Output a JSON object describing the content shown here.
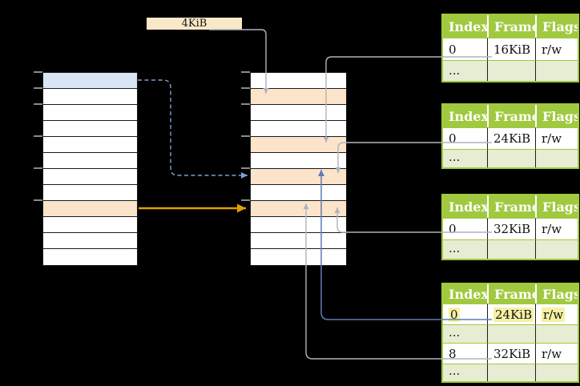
{
  "colors": {
    "background": "#000000",
    "table_header_green": "#A0C93F",
    "table_row_light_green": "#E7EDD3",
    "row_orange": "#FCE4CB",
    "row_blue": "#D9E4F5",
    "label_cream": "#FAE9C8",
    "highlight_yellow": "#F6F1A3",
    "arrow_gray": "#AFB4BD",
    "arrow_blue_solid": "#5D7DB6",
    "arrow_blue_dashed": "#7C9FD0",
    "arrow_orange": "#DFA000"
  },
  "size_label": {
    "text": "4KiB"
  },
  "left_table": {
    "row_count": 12,
    "blue_row_index": 1,
    "orange_row_index": 9
  },
  "middle_table": {
    "row_count": 12,
    "orange_row_indices": [
      2,
      5,
      7,
      9
    ]
  },
  "frame_tables": [
    {
      "headers": [
        "Index",
        "Frame",
        "Flags"
      ],
      "rows": [
        {
          "index": "0",
          "frame": "16KiB",
          "flags": "r/w"
        },
        {
          "index": "...",
          "frame": "",
          "flags": ""
        }
      ]
    },
    {
      "headers": [
        "Index",
        "Frame",
        "Flags"
      ],
      "rows": [
        {
          "index": "0",
          "frame": "24KiB",
          "flags": "r/w"
        },
        {
          "index": "...",
          "frame": "",
          "flags": ""
        }
      ]
    },
    {
      "headers": [
        "Index",
        "Frame",
        "Flags"
      ],
      "rows": [
        {
          "index": "0",
          "frame": "32KiB",
          "flags": "r/w"
        },
        {
          "index": "...",
          "frame": "",
          "flags": ""
        }
      ]
    },
    {
      "headers": [
        "Index",
        "Frame",
        "Flags"
      ],
      "rows": [
        {
          "index": "0",
          "frame": "24KiB",
          "flags": "r/w",
          "highlighted": true
        },
        {
          "index": "...",
          "frame": "",
          "flags": ""
        },
        {
          "index": "8",
          "frame": "32KiB",
          "flags": "r/w"
        },
        {
          "index": "...",
          "frame": "",
          "flags": ""
        }
      ]
    }
  ]
}
